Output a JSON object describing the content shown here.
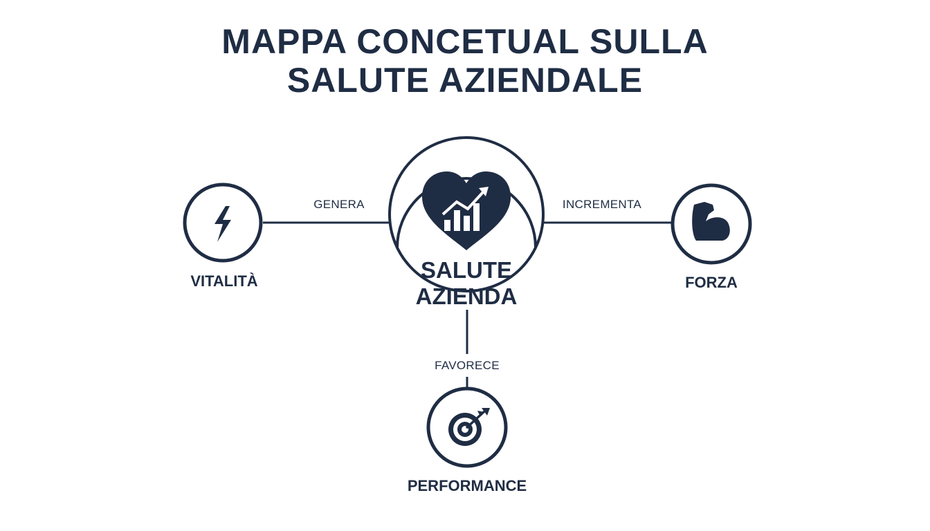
{
  "title": {
    "line1": "MAPPA CONCETUAL SULLA",
    "line2": "SALUTE AZIENDALE"
  },
  "center": {
    "label_line1": "SALUTE",
    "label_line2": "AZIENDA",
    "icon": "heart-growth-chart-icon"
  },
  "nodes": [
    {
      "id": "vitalita",
      "label": "VITALITÀ",
      "icon": "lightning-bolt-icon"
    },
    {
      "id": "forza",
      "label": "FORZA",
      "icon": "flexed-arm-icon"
    },
    {
      "id": "performance",
      "label": "PERFORMANCE",
      "icon": "target-arrow-icon"
    }
  ],
  "edges": [
    {
      "from": "salute-azienda",
      "to": "vitalita",
      "label": "GENERA"
    },
    {
      "from": "salute-azienda",
      "to": "forza",
      "label": "INCREMENTA"
    },
    {
      "from": "salute-azienda",
      "to": "performance",
      "label": "FAVORECE"
    }
  ],
  "colors": {
    "primary": "#1f2d44",
    "background": "#ffffff"
  }
}
